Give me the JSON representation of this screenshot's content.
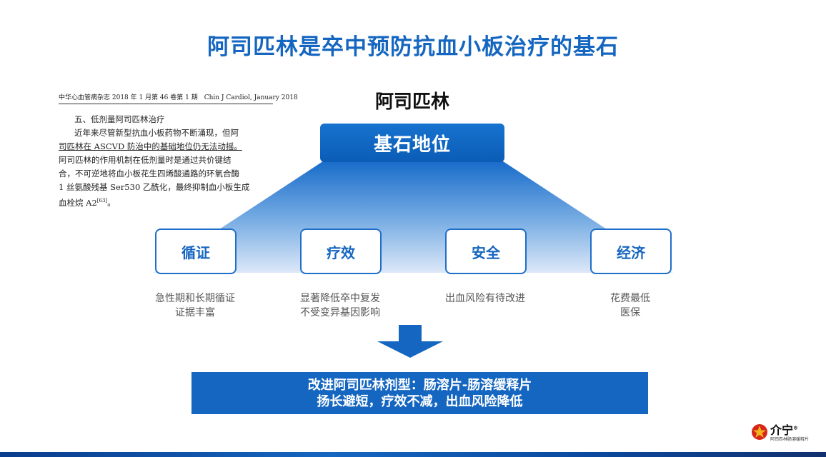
{
  "title": "阿司匹林是卒中预防抗血小板治疗的基石",
  "journal": {
    "header": "中华心血管病杂志 2018 年 1 月第 46 卷第 1 期　Chin J Cardiol, January 2018",
    "lines": [
      "五、低剂量阿司匹林治疗",
      "近年来尽管新型抗血小板药物不断涌现，但阿",
      "司匹林在 ASCVD 防治中的基础地位仍无法动摇。",
      "阿司匹林的作用机制在低剂量时是通过共价键结",
      "合，不可逆地将血小板花生四烯酸通路的环氧合酶",
      "1 丝氨酸残基 Ser530 乙酰化，最终抑制血小板生成",
      "血栓烷 A2"
    ],
    "ref": "[63]"
  },
  "drug_name": "阿司匹林",
  "cornerstone": "基石地位",
  "pillars": [
    {
      "label": "循证",
      "desc": [
        "急性期和长期循证",
        "证据丰富"
      ]
    },
    {
      "label": "疗效",
      "desc": [
        "显著降低卒中复发",
        "不受变异基因影响"
      ]
    },
    {
      "label": "安全",
      "desc": [
        "出血风险有待改进"
      ]
    },
    {
      "label": "经济",
      "desc": [
        "花费最低",
        "医保"
      ]
    }
  ],
  "conclusion": {
    "line1": "改进阿司匹林剂型：肠溶片-肠溶缓释片",
    "line2": "扬长避短，疗效不减，出血风险降低"
  },
  "logo": {
    "name": "介宁",
    "mark": "®",
    "tagline": "阿司匹林肠溶缓释片"
  },
  "colors": {
    "brand_blue": "#1566c0",
    "logo_red": "#d7261c",
    "logo_gold": "#f2b21b"
  }
}
